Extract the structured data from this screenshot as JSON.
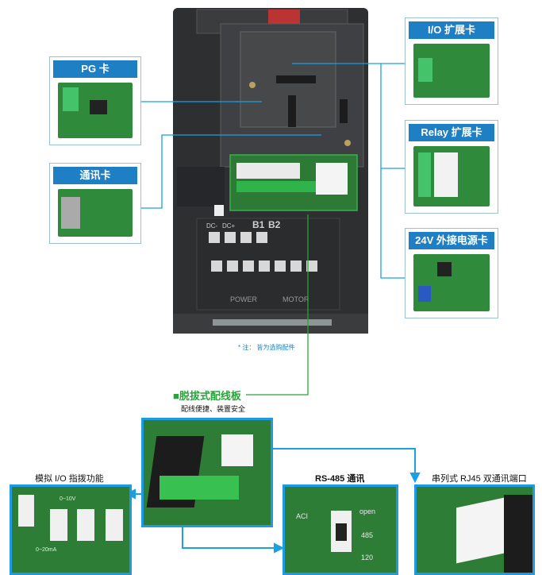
{
  "cards": {
    "pg": "PG 卡",
    "comm": "通讯卡",
    "io": "I/O 扩展卡",
    "relay": "Relay 扩展卡",
    "power24": "24V 外接电源卡"
  },
  "terminals": {
    "dc_minus": "DC-",
    "dc_plus": "DC+",
    "b1": "B1",
    "b2": "B2",
    "power": "POWER",
    "motor": "MOTOR"
  },
  "note": "* 注： 皆为选购配件",
  "plug_board": {
    "title": "■脱拔式配线板",
    "subtitle": "配线便捷、装置安全"
  },
  "zoom_labels": {
    "analog_io": "模拟 I/O 指拨功能",
    "rs485": "RS-485 通讯",
    "rj45": "串列式 RJ45 双通讯端口"
  },
  "switch_marks": {
    "a": "0~10V",
    "b": "0~20mA",
    "c": "ACI",
    "d": "open",
    "e": "485",
    "f": "120"
  },
  "colors": {
    "accent": "#1f7fc4",
    "green_line": "#2aa33a",
    "connector": "#1ba0e0"
  }
}
